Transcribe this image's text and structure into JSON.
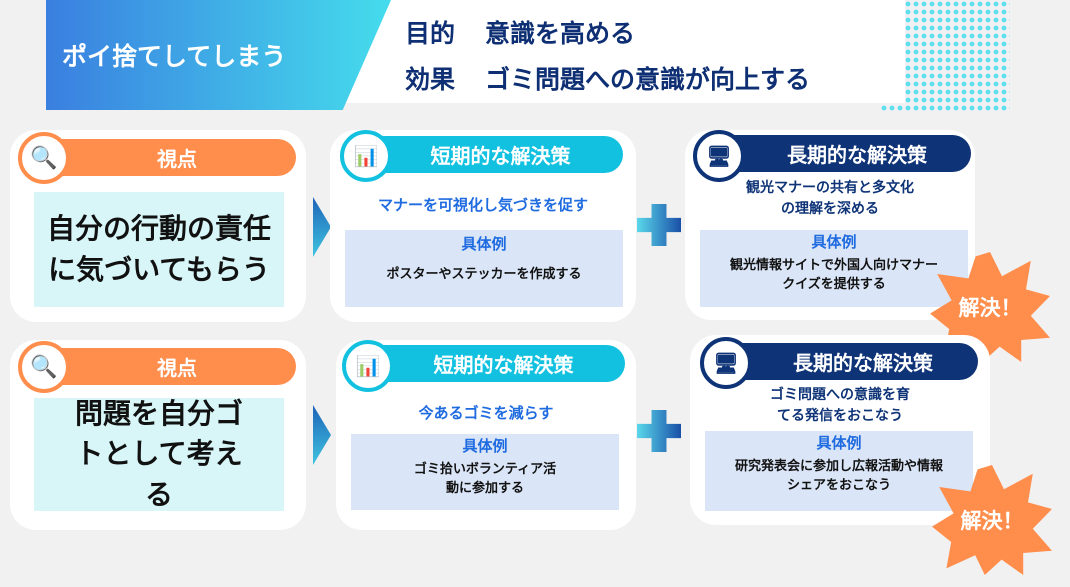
{
  "header": {
    "title": "ポイ捨てしてしまう",
    "purpose_label": "目的",
    "purpose": "意識を高める",
    "effect_label": "効果",
    "effect": "ゴミ問題への意識が向上する"
  },
  "rows": [
    {
      "viewpoint_label": "視点",
      "viewpoint": "自分の行動の責任に気づいてもらう",
      "short": {
        "title": "短期的な解決策",
        "summary": "マナーを可視化し気づきを促す",
        "example_label": "具体例",
        "example": "ポスターやステッカーを作成する"
      },
      "long": {
        "title": "長期的な解決策",
        "summary": "観光マナーの共有と多文化の理解を深める",
        "example_label": "具体例",
        "example": "観光情報サイトで外国人向けマナークイズを提供する"
      },
      "badge": "解決！"
    },
    {
      "viewpoint_label": "視点",
      "viewpoint": "問題を自分ゴトとして考える",
      "short": {
        "title": "短期的な解決策",
        "summary": "今あるゴミを減らす",
        "example_label": "具体例",
        "example": "ゴミ拾いボランティア活動に参加する"
      },
      "long": {
        "title": "長期的な解決策",
        "summary": "ゴミ問題への意識を育てる発信をおこなう",
        "example_label": "具体例",
        "example": "研究発表会に参加し広報活動や情報シェアをおこなう"
      },
      "badge": "解決！"
    }
  ],
  "colors": {
    "orange": "#ff8e4d",
    "cyan": "#12c1e0",
    "navy": "#0e3377",
    "blue": "#1f6be0"
  }
}
